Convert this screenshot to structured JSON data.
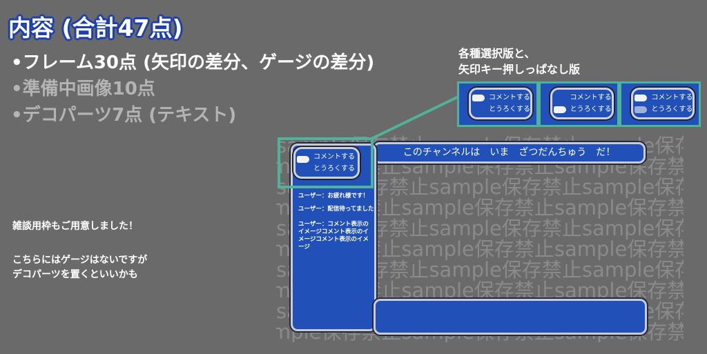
{
  "title": "内容 (合計47点)",
  "bullets": [
    "•フレーム30点 (矢印の差分、ゲージの差分)",
    "•準備中画像10点",
    "•デコパーツ7点 (テキスト)"
  ],
  "caption": [
    "各種選択版と、",
    "矢印キー押しっぱなし版"
  ],
  "notes": [
    "雑談用枠もご用意しました！",
    "こちらにはゲージはないですが",
    "デコパーツを置くといいかも"
  ],
  "overlay": {
    "banner": "このチャンネルは　いま　ざつだんちゅう　だ！",
    "menu": [
      "コメントする",
      "とうろくする"
    ],
    "chat": [
      "ユーザー：お疲れ様です！",
      "ユーザー：配信待ってました",
      "ユーザー：コメント表示のイメージコメント表示のイメージコメント表示のイメージ"
    ]
  },
  "watermark": "sample保存禁止",
  "colors": {
    "background": "#6a6a6a",
    "panel": "#2150b8",
    "highlight": "#4fb39a",
    "title_outline": "#1c3fb0"
  }
}
